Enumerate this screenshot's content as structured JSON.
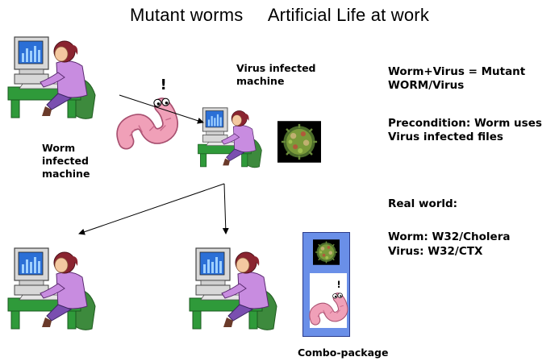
{
  "title": {
    "main": "Mutant worms",
    "subtitle": "Artificial Life at work"
  },
  "labels": {
    "worm_machine": "Worm\ninfected\nmachine",
    "virus_machine": "Virus infected\nmachine",
    "combo": "Combo-package"
  },
  "notes": {
    "mutant": "Worm+Virus = Mutant\nWORM/Virus",
    "precondition": "Precondition: Worm uses\nVirus infected files",
    "real_world": "Real world:",
    "worm_example": "Worm: W32/Cholera",
    "virus_example": "Virus: W32/CTX"
  },
  "icons": {
    "computer": "computer-user-icon",
    "worm": "worm-icon",
    "virus": "virus-icon"
  },
  "colors": {
    "monitor": "#d8d8d8",
    "screen": "#2b6fd6",
    "shirt": "#c88ce0",
    "hair": "#8a2430",
    "desk": "#2f9a3a",
    "chair": "#3d8a3d",
    "worm": "#f0a0b8",
    "combo_bg": "#6a8fe8"
  }
}
